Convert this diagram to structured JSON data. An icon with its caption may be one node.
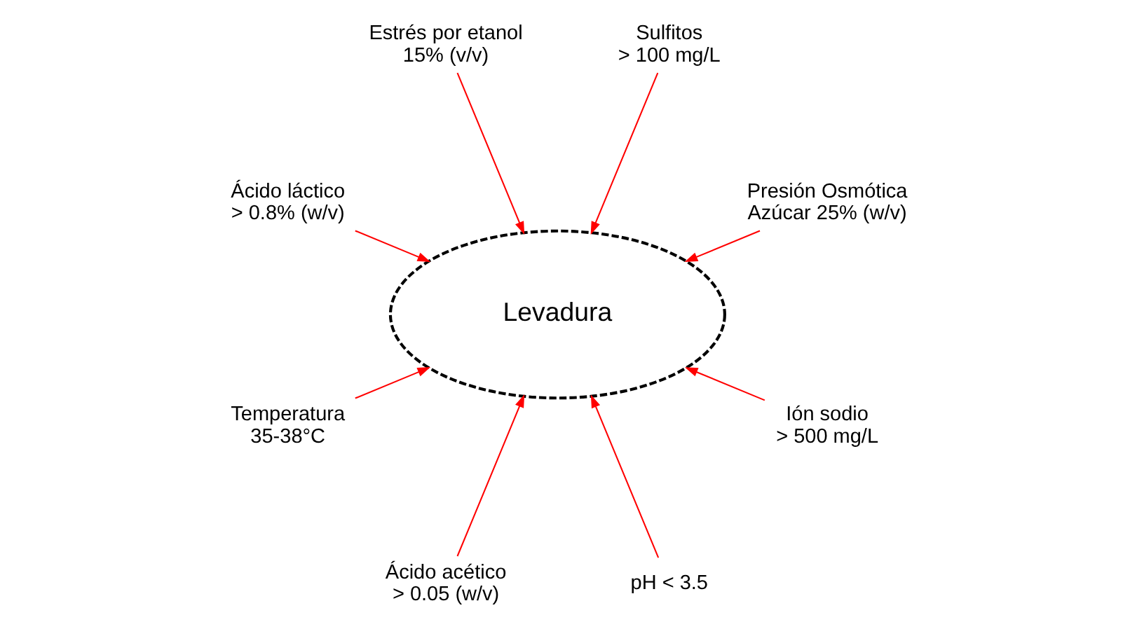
{
  "diagram": {
    "nodes": [
      {
        "text": [
          "Levadura"
        ]
      },
      {
        "text": [
          "Presión Osmótica",
          "Azúcar 25% (w/v)"
        ]
      },
      {
        "text": [
          "Sulfitos",
          "> 100 mg/L"
        ]
      },
      {
        "text": [
          "Estrés por etanol",
          "15% (v/v)"
        ]
      },
      {
        "text": [
          "Ácido láctico",
          "> 0.8% (w/v)"
        ]
      },
      {
        "text": [
          "Temperatura",
          "35-38°C"
        ]
      },
      {
        "text": [
          "Ácido acético",
          "> 0.05 (w/v)"
        ]
      },
      {
        "text": [
          "pH < 3.5"
        ]
      },
      {
        "text": [
          "Ión sodio",
          "> 500 mg/L"
        ]
      }
    ],
    "edges": [
      {
        "from": 1,
        "to": 0,
        "arrow": "to"
      },
      {
        "from": 2,
        "to": 0,
        "arrow": "to"
      },
      {
        "from": 3,
        "to": 0,
        "arrow": "to"
      },
      {
        "from": 4,
        "to": 0,
        "arrow": "to"
      },
      {
        "from": 5,
        "to": 0,
        "arrow": "to"
      },
      {
        "from": 6,
        "to": 0,
        "arrow": "to"
      },
      {
        "from": 7,
        "to": 0,
        "arrow": "to"
      },
      {
        "from": 8,
        "to": 0,
        "arrow": "to"
      }
    ]
  }
}
